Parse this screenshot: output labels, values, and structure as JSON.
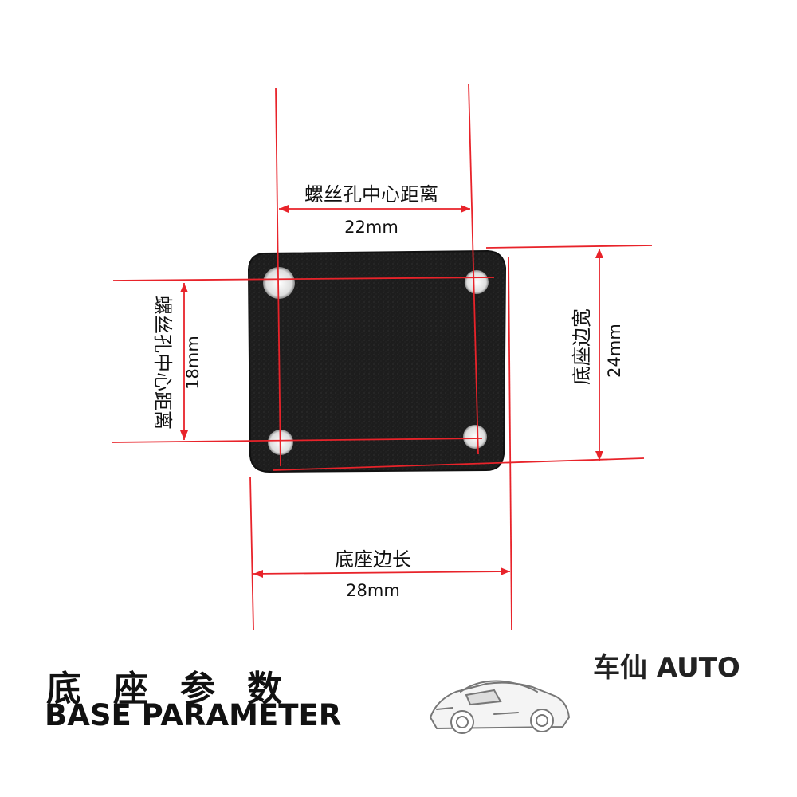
{
  "colors": {
    "dimension_line": "#e8232a",
    "plate": "#1c1c1c",
    "text": "#111111"
  },
  "dimensions": {
    "hole_spacing_width": {
      "label": "螺丝孔中心距离",
      "value": "22mm"
    },
    "hole_spacing_height": {
      "label": "螺丝孔中心距离",
      "value": "18mm"
    },
    "base_width": {
      "label": "底座边宽",
      "value": "24mm"
    },
    "base_length": {
      "label": "底座边长",
      "value": "28mm"
    }
  },
  "title": {
    "cn": "底座参数",
    "en": "BASE PARAMETER"
  },
  "brand": {
    "name": "车仙 AUTO",
    "icon": "car-icon"
  }
}
